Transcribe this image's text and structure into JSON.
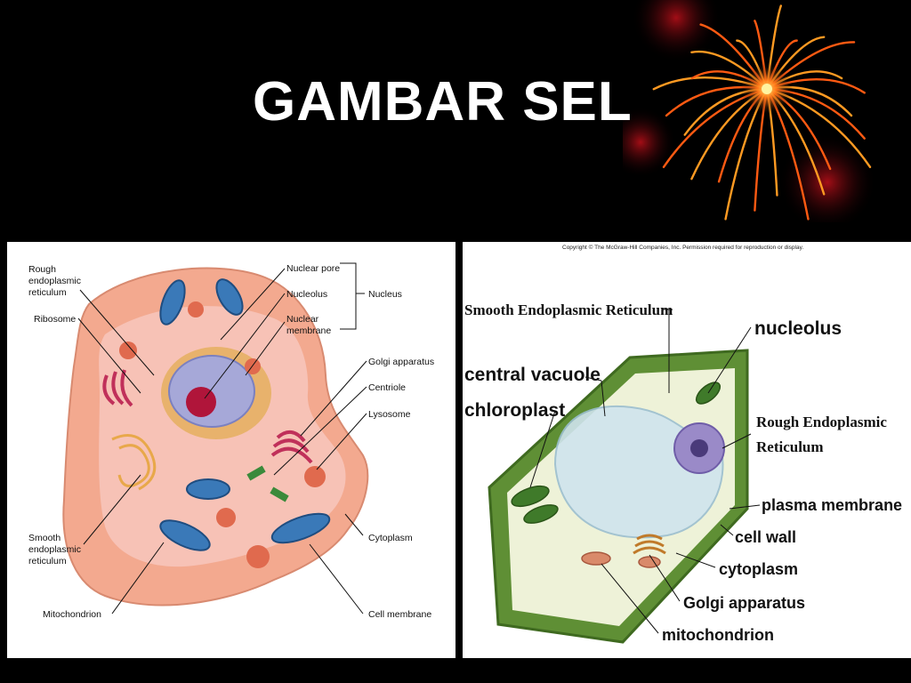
{
  "title": "GAMBAR SEL",
  "colors": {
    "background": "#000000",
    "title": "#ffffff",
    "panel": "#ffffff",
    "animal_cell": "#f2a98c",
    "plant_cell": "#6b9a3c",
    "mitochondria": "#3a79b8"
  },
  "animal_cell": {
    "labels": {
      "rough_er": [
        "Rough",
        "endoplasmic",
        "reticulum"
      ],
      "ribosome": "Ribosome",
      "smooth_er": [
        "Smooth",
        "endoplasmic",
        "reticulum"
      ],
      "mitochondrion": "Mitochondrion",
      "nuclear_pore": "Nuclear pore",
      "nucleolus": "Nucleolus",
      "nuclear_membrane": [
        "Nuclear",
        "membrane"
      ],
      "nucleus": "Nucleus",
      "golgi": "Golgi apparatus",
      "centriole": "Centriole",
      "lysosome": "Lysosome",
      "cytoplasm": "Cytoplasm",
      "cell_membrane": "Cell membrane"
    }
  },
  "plant_cell": {
    "copyright": "Copyright © The McGraw-Hill Companies, Inc. Permission required for reproduction or display.",
    "labels": {
      "smooth_er": "Smooth Endoplasmic Reticulum",
      "nucleolus": "nucleolus",
      "central_vacuole": "central vacuole",
      "chloroplast": "chloroplast",
      "rough_er": [
        "Rough Endoplasmic",
        "Reticulum"
      ],
      "plasma_membrane": "plasma membrane",
      "cell_wall": "cell wall",
      "cytoplasm": "cytoplasm",
      "golgi": "Golgi apparatus",
      "mitochondrion": "mitochondrion"
    }
  }
}
